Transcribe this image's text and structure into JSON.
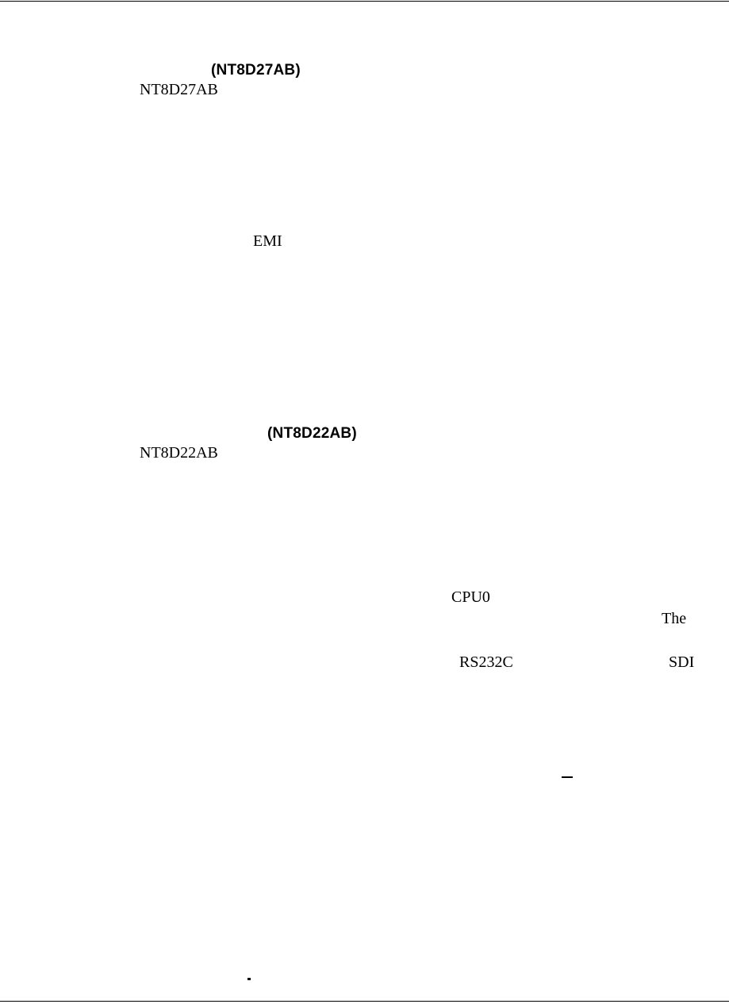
{
  "sections": [
    {
      "heading_code": "(NT8D27AB)",
      "body_code": "NT8D27AB",
      "body_fragments": [
        "EMI"
      ]
    },
    {
      "heading_code": "(NT8D22AB)",
      "body_code": "NT8D22AB",
      "body_fragments": [
        "CPU0",
        "The",
        "RS232C",
        "SDI"
      ]
    }
  ]
}
